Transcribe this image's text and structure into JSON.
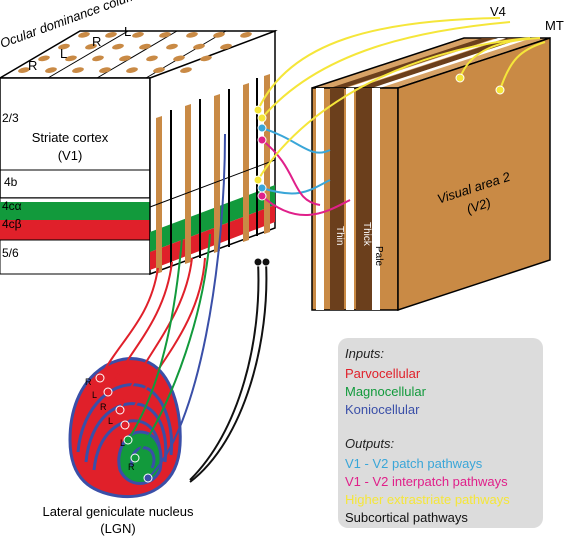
{
  "labels": {
    "ocular_dominance": "Ocular dominance columns",
    "od_letters": [
      "R",
      "L",
      "R",
      "L"
    ],
    "v1_name": "Striate cortex",
    "v1_abbrev": "(V1)",
    "v2_name": "Visual area 2",
    "v2_abbrev": "(V2)",
    "lgn_name": "Lateral geniculate nucleus",
    "lgn_abbrev": "(LGN)",
    "v4": "V4",
    "mt": "MT",
    "stripe_thin": "Thin",
    "stripe_thick": "Thick",
    "stripe_pale": "Pale"
  },
  "layers": [
    "2/3",
    "4b",
    "4cα",
    "4cβ",
    "5/6"
  ],
  "lgn_layer_letters": [
    "R",
    "L",
    "R",
    "L",
    "L",
    "R"
  ],
  "legend": {
    "inputs_heading": "Inputs:",
    "inputs": [
      {
        "label": "Parvocellular",
        "color": "#e0202a"
      },
      {
        "label": "Magnocellular",
        "color": "#129a3c"
      },
      {
        "label": "Koniocellular",
        "color": "#3a4fa8"
      }
    ],
    "outputs_heading": "Outputs:",
    "outputs": [
      {
        "label": "V1 - V2 patch pathways",
        "color": "#3aa6d8"
      },
      {
        "label": "V1 - V2 interpatch pathways",
        "color": "#e0208a"
      },
      {
        "label": "Higher extrastriate pathways",
        "color": "#f5e63a"
      },
      {
        "label": "Subcortical pathways",
        "color": "#111111"
      }
    ]
  },
  "colors": {
    "parvo": "#e0202a",
    "magno": "#129a3c",
    "konio": "#3a4fa8",
    "patch": "#3aa6d8",
    "interpatch": "#e0208a",
    "extrastriate": "#f5e63a",
    "subcortical": "#111111",
    "tan": "#c98a45",
    "dark_brown": "#6b3f1c",
    "light_brown": "#d7a266"
  }
}
